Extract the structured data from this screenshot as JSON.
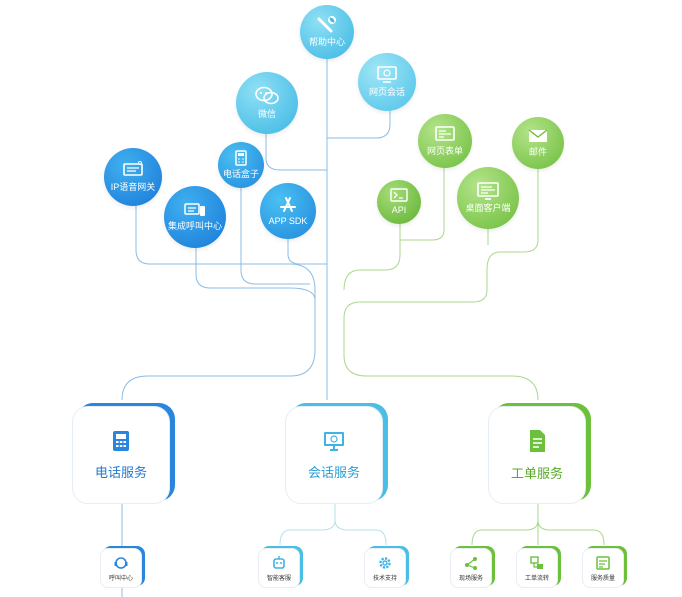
{
  "colors": {
    "blue": "#1f7fd9",
    "cyan": "#43b9e6",
    "green": "#6abb3a",
    "line_blue": "#8bbce6",
    "line_green": "#a9d98c"
  },
  "channels": {
    "help": {
      "label": "帮助中心",
      "icon": "wrench-icon"
    },
    "webchat": {
      "label": "网页会话",
      "icon": "monitor-chat-icon"
    },
    "wechat": {
      "label": "微信",
      "icon": "wechat-icon"
    },
    "phonebox": {
      "label": "电话盒子",
      "icon": "desk-phone-icon"
    },
    "ipgw": {
      "label": "IP语音网关",
      "icon": "gateway-icon"
    },
    "callcenter": {
      "label": "集成呼叫中心",
      "icon": "call-center-icon"
    },
    "appsdk": {
      "label": "APP SDK",
      "icon": "app-store-icon"
    },
    "webform": {
      "label": "网页表单",
      "icon": "form-icon"
    },
    "email": {
      "label": "邮件",
      "icon": "envelope-icon"
    },
    "api": {
      "label": "API",
      "icon": "terminal-icon"
    },
    "desktop": {
      "label": "桌面客户端",
      "icon": "desktop-icon"
    }
  },
  "services": {
    "phone": {
      "title": "电话服务",
      "icon": "phone-icon"
    },
    "chat": {
      "title": "会话服务",
      "icon": "monitor-icon"
    },
    "ticket": {
      "title": "工单服务",
      "icon": "document-icon"
    }
  },
  "subservices": {
    "callcenter": {
      "label": "呼叫中心",
      "icon": "headset-icon"
    },
    "smartbot": {
      "label": "智能客服",
      "icon": "robot-icon"
    },
    "support": {
      "label": "技术支持",
      "icon": "gear-icon"
    },
    "onsite": {
      "label": "现场服务",
      "icon": "share-icon"
    },
    "flow": {
      "label": "工单流转",
      "icon": "flow-icon"
    },
    "quality": {
      "label": "服务质量",
      "icon": "checklist-icon"
    }
  }
}
